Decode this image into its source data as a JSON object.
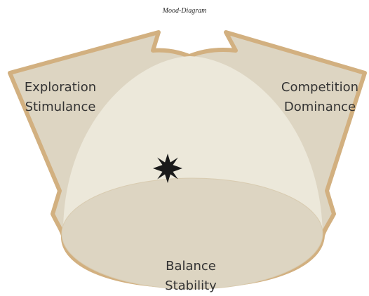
{
  "title": "Mood-Diagram",
  "regions": {
    "left": {
      "line1": "Exploration",
      "line2": "Stimulance"
    },
    "right": {
      "line1": "Competition",
      "line2": "Dominance"
    },
    "bottom": {
      "line1": "Balance",
      "line2": "Stability"
    }
  },
  "marker": {
    "icon": "star-marker-icon"
  },
  "colors": {
    "outline": "#d2b080",
    "arms_fill": "#ddd5c2",
    "dome_fill": "#ece8da",
    "ellipse_fill": "#ddd5c2",
    "marker": "#1a1a1a"
  }
}
